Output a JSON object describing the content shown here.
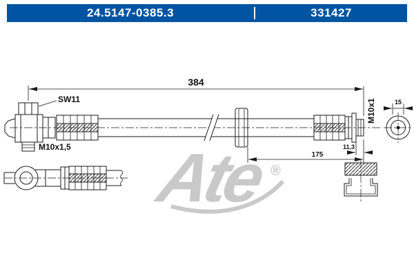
{
  "header": {
    "part_number": "24.5147-0385.3",
    "ref_number": "331427"
  },
  "labels": {
    "sw": "SW11",
    "thread_left": "M10x1,5",
    "thread_right": "M10x1",
    "dim_total": "384",
    "dim_mid": "175",
    "dim_thread": "11,3",
    "dim_end": "15"
  },
  "watermark": {
    "text": "Ate",
    "registered": "®"
  },
  "colors": {
    "header_bg": "#0054a2",
    "line": "#1a1a1a",
    "watermark": "#c9c9c9"
  }
}
